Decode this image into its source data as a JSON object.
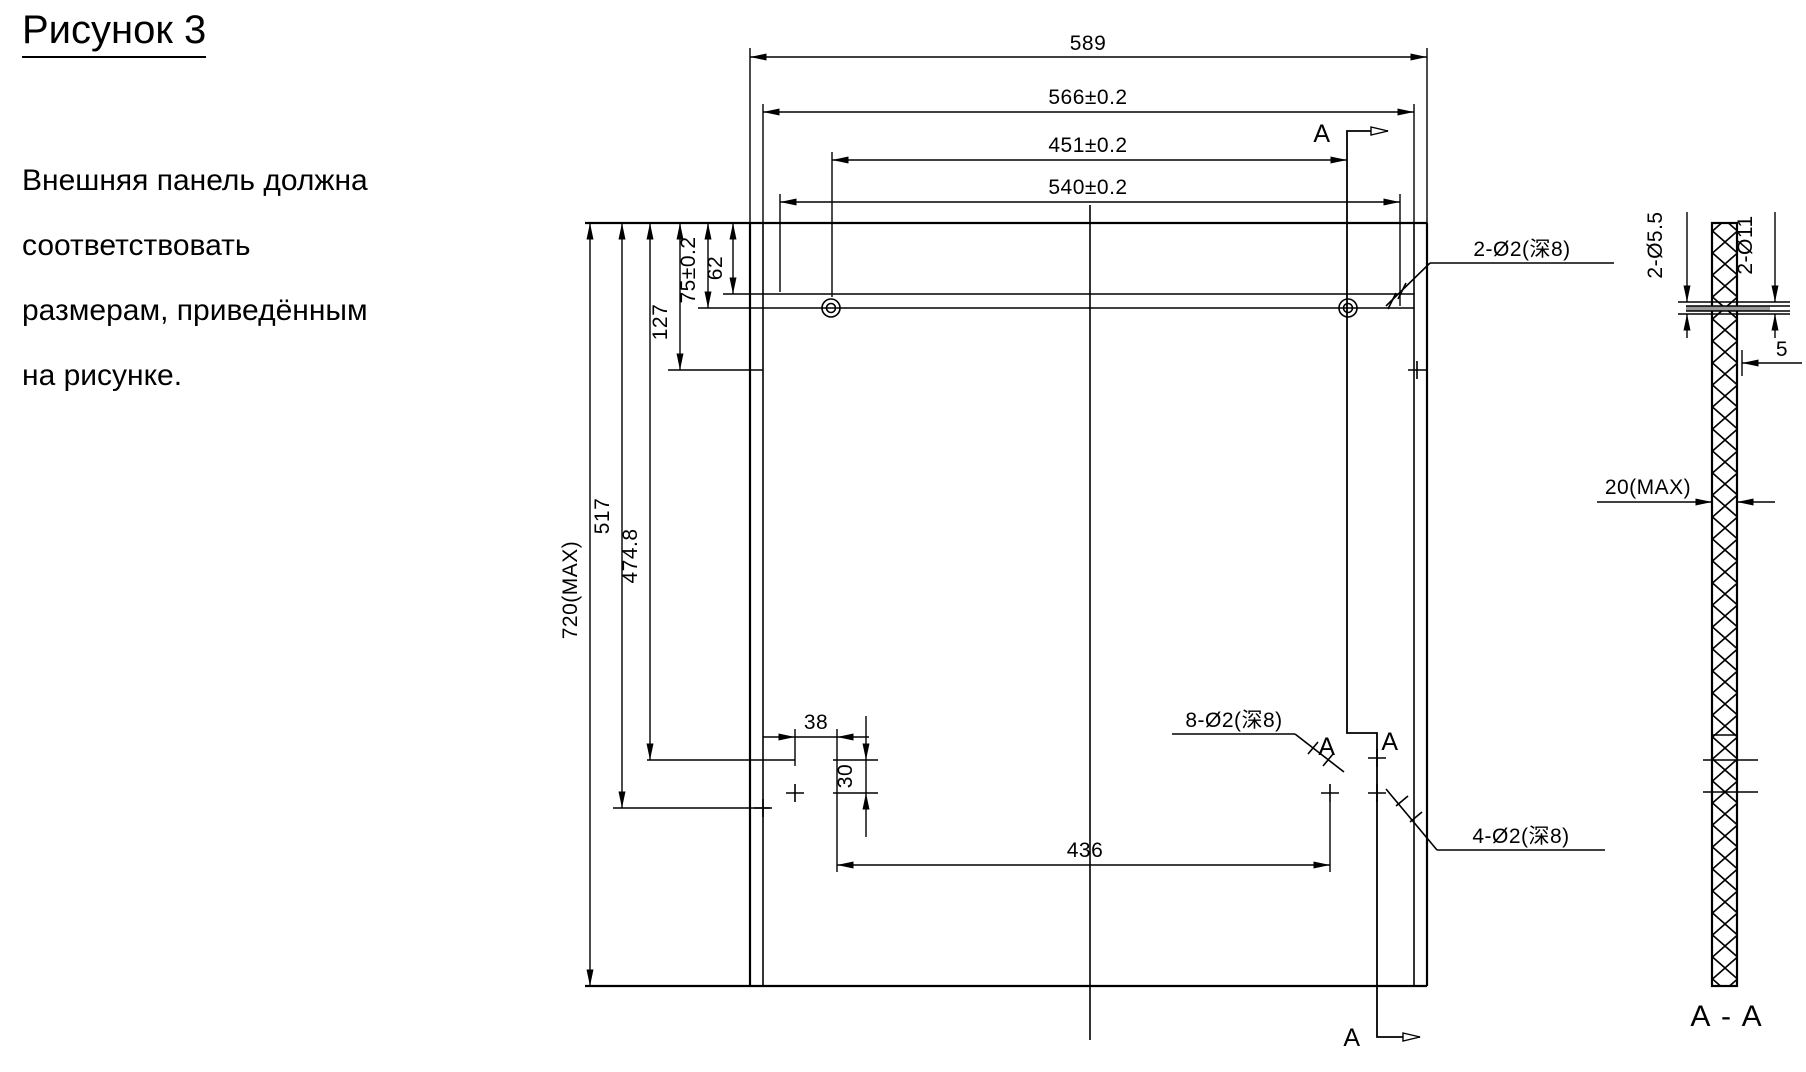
{
  "title": "Рисунок 3",
  "note": {
    "lines": [
      "Внешняя панель должна",
      "соответствовать",
      "размерам, приведённым",
      "на рисунке."
    ]
  },
  "front": {
    "dim_589": "589",
    "dim_566": "566±0.2",
    "dim_451": "451±0.2",
    "dim_540": "540±0.2",
    "dim_62": "62",
    "dim_75": "75±0.2",
    "dim_127": "127",
    "dim_4748": "474.8",
    "dim_517": "517",
    "dim_720": "720(MAX)",
    "dim_38": "38",
    "dim_30": "30",
    "dim_436": "436",
    "leader_top_holes": "2-Ø2(深8)",
    "leader_mid_holes": "8-Ø2(深8)",
    "leader_low_holes": "4-Ø2(深8)",
    "section_marker": "A"
  },
  "section": {
    "dim_55": "2-Ø5.5",
    "dim_11": "2-Ø11",
    "dim_5": "5",
    "dim_20": "20(MAX)",
    "label": "A - A"
  },
  "colors": {
    "line": "#000000",
    "hatch_fill": "#ffffff",
    "hole_band": "#9a9a9a",
    "background": "#ffffff"
  }
}
